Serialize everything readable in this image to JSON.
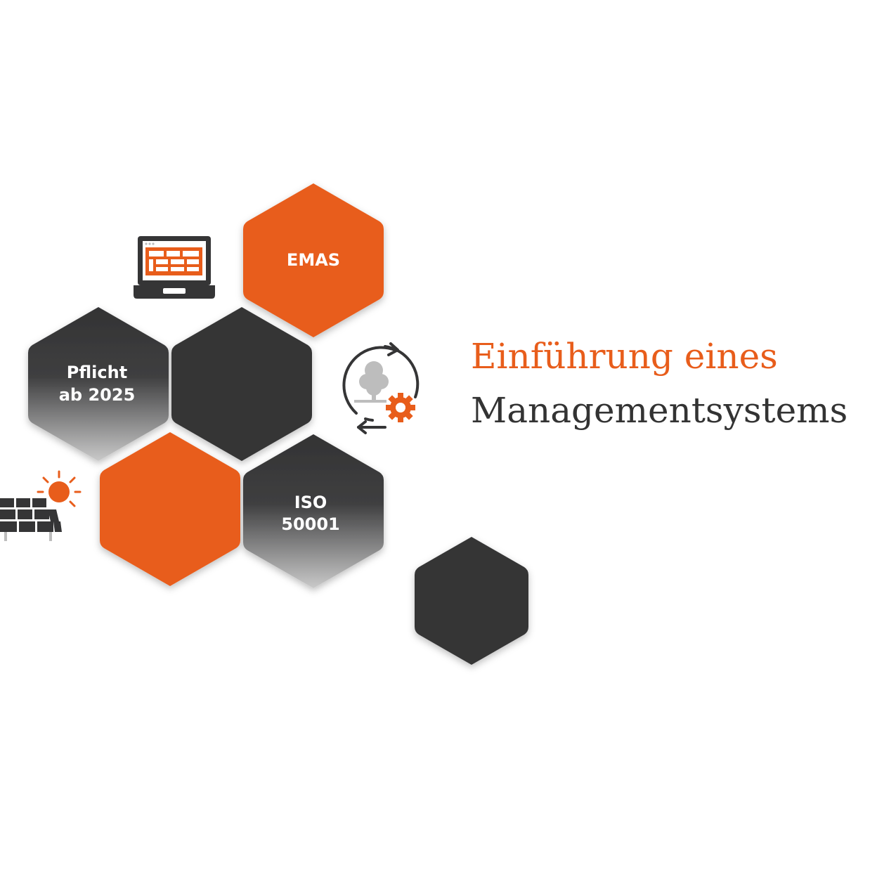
{
  "colors": {
    "orange": "#e85d1b",
    "dark": "#353536",
    "gray_top": "#333334",
    "gray_bottom": "#cfcfcf",
    "title_dark": "#333333",
    "tree_gray": "#bdbdbd"
  },
  "title": {
    "line1": "Einführung eines",
    "line2": "Managementsystems"
  },
  "hexagons": {
    "emas": {
      "label": "EMAS"
    },
    "pflicht": {
      "line1": "Pflicht",
      "line2": "ab 2025"
    },
    "iso": {
      "line1": "ISO",
      "line2": "50001"
    }
  },
  "icons": {
    "laptop": "laptop-dashboard-icon",
    "cycle": "cycle-tree-gear-icon",
    "solar": "solar-panel-sun-icon"
  }
}
